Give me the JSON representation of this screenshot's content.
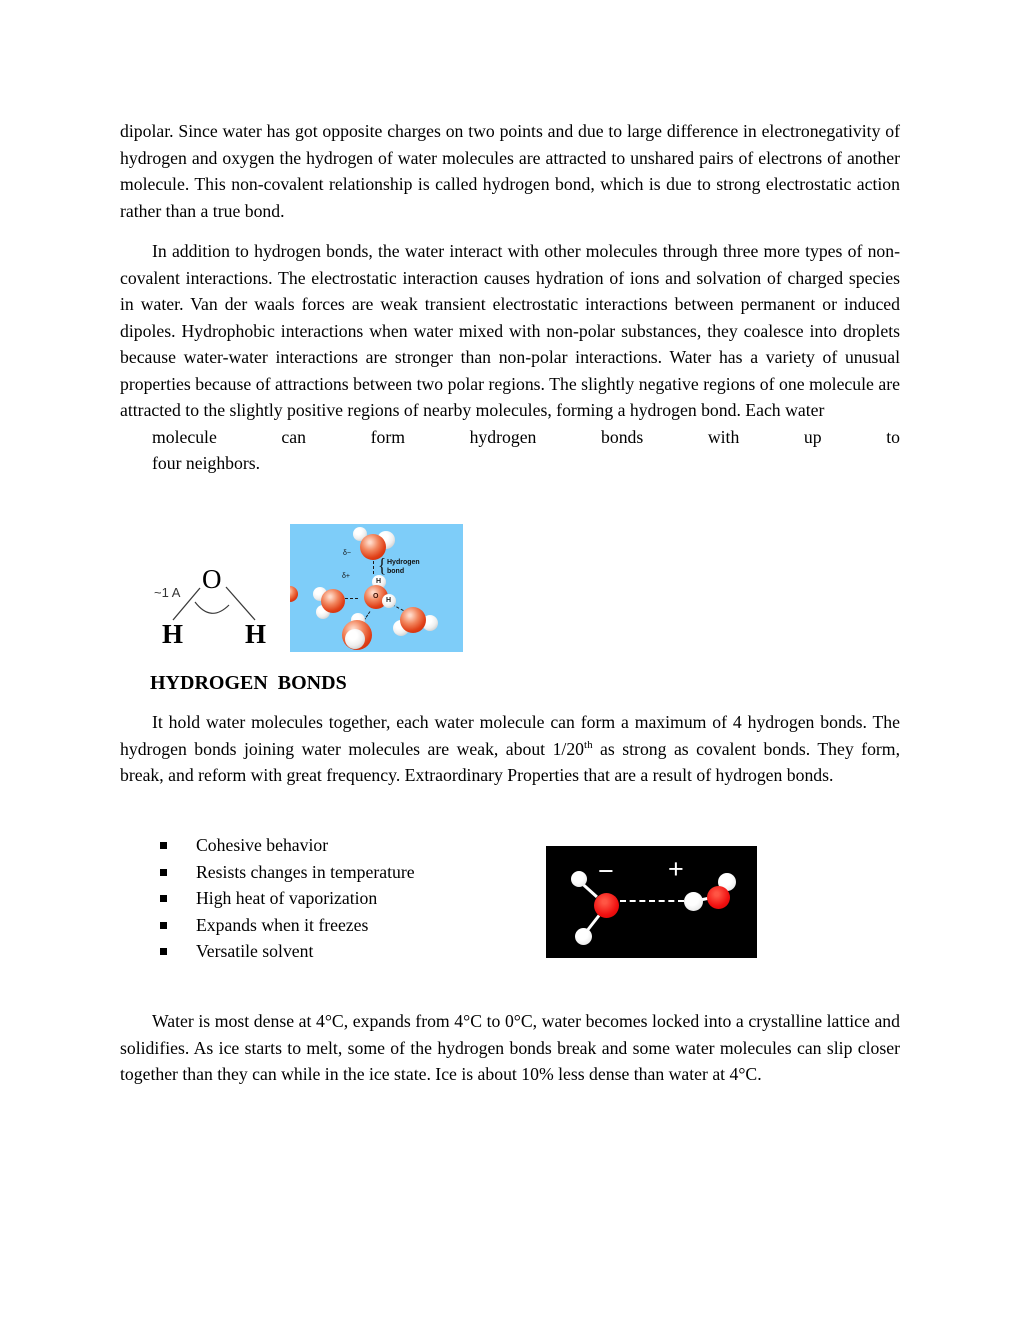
{
  "colors": {
    "text_black": "#000000",
    "cluster_figure_sky_blue": "#7ecdf9",
    "oxygen_red": "#e04018",
    "hydrogen_sphere_white": "#ffffff",
    "hbond_figure_background_black": "#000000"
  },
  "content": {
    "p1": "dipolar. Since water has got opposite charges on two points and due to large difference in electronegativity of hydrogen and oxygen the hydrogen of water molecules are attracted to unshared pairs of electrons of another molecule. This non-covalent relationship is called hydrogen bond, which is due to strong electrostatic action rather than a true bond.",
    "p2": {
      "main": "In addition to hydrogen bonds, the water interact with other molecules through three more types of non-covalent interactions. The electrostatic interaction causes hydration of ions and solvation of charged species in water. Van der waals forces are weak transient electrostatic interactions between permanent or induced dipoles. Hydrophobic interactions when water mixed with non-polar substances, they coalesce into droplets because water-water interactions are stronger than non-polar interactions. Water has a variety of unusual properties because of attractions between two polar regions. The slightly negative regions of one molecule are attracted to the slightly positive regions of nearby molecules, forming a hydrogen bond. Each water",
      "stretch": "molecule can form hydrogen bonds with up to",
      "last": "four neighbors."
    },
    "heading": "HYDROGEN BONDS",
    "p3": {
      "pre": "It hold water molecules together, each water molecule can form a maximum of 4 hydrogen bonds. The hydrogen bonds joining water molecules are weak, about 1/20",
      "sup": "th",
      "post": " as strong as covalent bonds. They form, break, and reform with great frequency. Extraordinary Properties that are a result of hydrogen bonds."
    },
    "bullets": [
      "Cohesive behavior",
      "Resists changes in temperature",
      "High heat of vaporization",
      "Expands when it freezes",
      "Versatile solvent"
    ],
    "p4": "Water is most dense at 4°C, expands from 4°C to 0°C, water becomes locked into a crystalline lattice and solidifies. As ice starts to melt, some of the hydrogen bonds break and some water molecules can slip closer together than they can while in the ice state. Ice is about 10% less dense than water at 4°C."
  },
  "figures": {
    "water_molecule_diagram": {
      "oxygen_label": "O",
      "hydrogen_left_label": "H",
      "hydrogen_right_label": "H",
      "bond_length_label": "~1 A"
    },
    "water_cluster": {
      "hydrogen_bond_label_line1": "Hydrogen",
      "hydrogen_bond_label_line2": "bond",
      "brace": "{",
      "delta_minus": "δ−",
      "delta_plus": "δ+",
      "central_oxygen_label": "O",
      "central_hydrogen_top_label": "H",
      "central_hydrogen_right_label": "H"
    },
    "hydrogen_bond_model": {
      "minus_label": "−",
      "plus_label": "+"
    }
  }
}
